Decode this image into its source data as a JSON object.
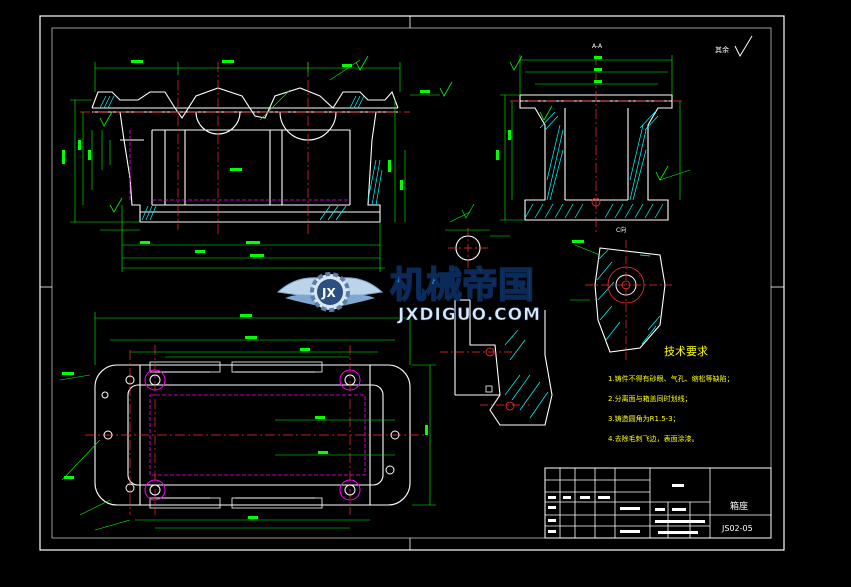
{
  "colors": {
    "background": "#000000",
    "frame": "#ffffff",
    "outline": "#ffffff",
    "dimension": "#00ff00",
    "centerline": "#ff3030",
    "hidden": "#ff00ff",
    "hatch": "#00ffff",
    "text_yellow": "#ffff00",
    "watermark_blue": "#1f7fd6",
    "watermark_dark": "#0a2a5a"
  },
  "icons": {
    "logo": "gear-wings-logo-icon",
    "roughness": "surface-roughness-icon"
  },
  "views": {
    "section_label": "A-A",
    "c_label": "C向",
    "corner_note": "其余"
  },
  "watermark": {
    "logo_text": "JX",
    "title": "机械帝国",
    "url": "JXDIGUO.COM"
  },
  "tech_requirements": {
    "title": "技术要求",
    "items": [
      "1.铸件不得有砂眼、气孔、缩松等缺陷；",
      "2.分离面与箱盖同时划线；",
      "3.铸造圆角为R1.5-3；",
      "4.去除毛刺飞边，表面涂漆。"
    ]
  },
  "title_block": {
    "part_name": "箱座",
    "drawing_number": "JS02-05"
  }
}
